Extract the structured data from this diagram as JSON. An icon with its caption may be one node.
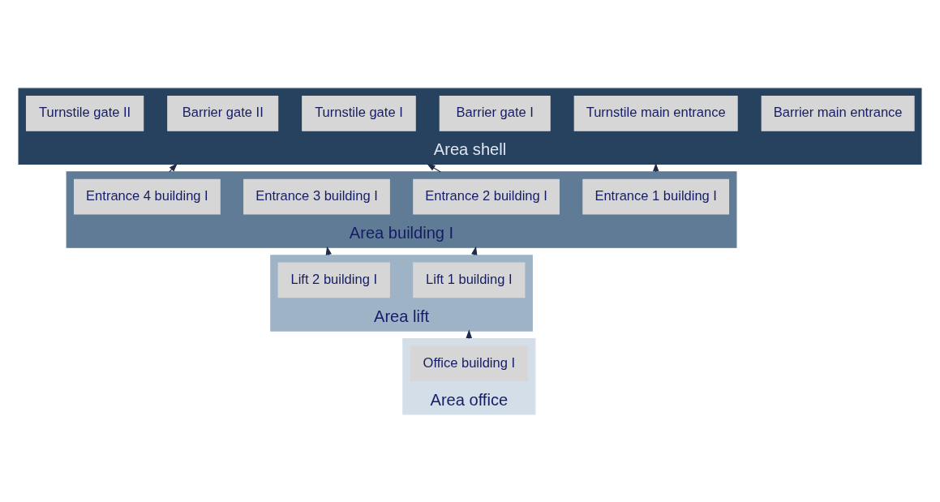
{
  "diagram": {
    "nodes": [
      {
        "text": [
          "Area shell"
        ]
      },
      {
        "text": [
          "Barrier main entrance"
        ],
        "in": 0
      },
      {
        "text": [
          "Turnstile main entrance"
        ],
        "in": 0
      },
      {
        "text": [
          "Barrier gate I"
        ],
        "in": 0
      },
      {
        "text": [
          "Turnstile gate I"
        ],
        "in": 0
      },
      {
        "text": [
          "Barrier gate II"
        ],
        "in": 0
      },
      {
        "text": [
          "Turnstile gate II"
        ],
        "in": 0
      },
      {
        "text": [
          "Area building I"
        ]
      },
      {
        "text": [
          "Entrance 1 building I"
        ],
        "in": 7
      },
      {
        "text": [
          "Entrance 2 building I"
        ],
        "in": 7
      },
      {
        "text": [
          "Entrance 3 building I"
        ],
        "in": 7
      },
      {
        "text": [
          "Entrance 4 building I"
        ],
        "in": 7
      },
      {
        "text": [
          "Area lift"
        ]
      },
      {
        "text": [
          "Lift 1 building I"
        ],
        "in": 12
      },
      {
        "text": [
          "Lift 2 building I"
        ],
        "in": 12
      },
      {
        "text": [
          "Area office"
        ]
      },
      {
        "text": [
          "Office building I"
        ],
        "in": 15
      }
    ],
    "edges": [
      {
        "from": 7,
        "to": 0,
        "arrow": "to"
      },
      {
        "from": 7,
        "to": 0,
        "arrow": "to"
      },
      {
        "from": 7,
        "to": 0,
        "arrow": "to"
      },
      {
        "from": 12,
        "to": 7,
        "arrow": "to"
      },
      {
        "from": 12,
        "to": 7,
        "arrow": "to"
      },
      {
        "from": 15,
        "to": 12,
        "arrow": "to"
      }
    ]
  }
}
